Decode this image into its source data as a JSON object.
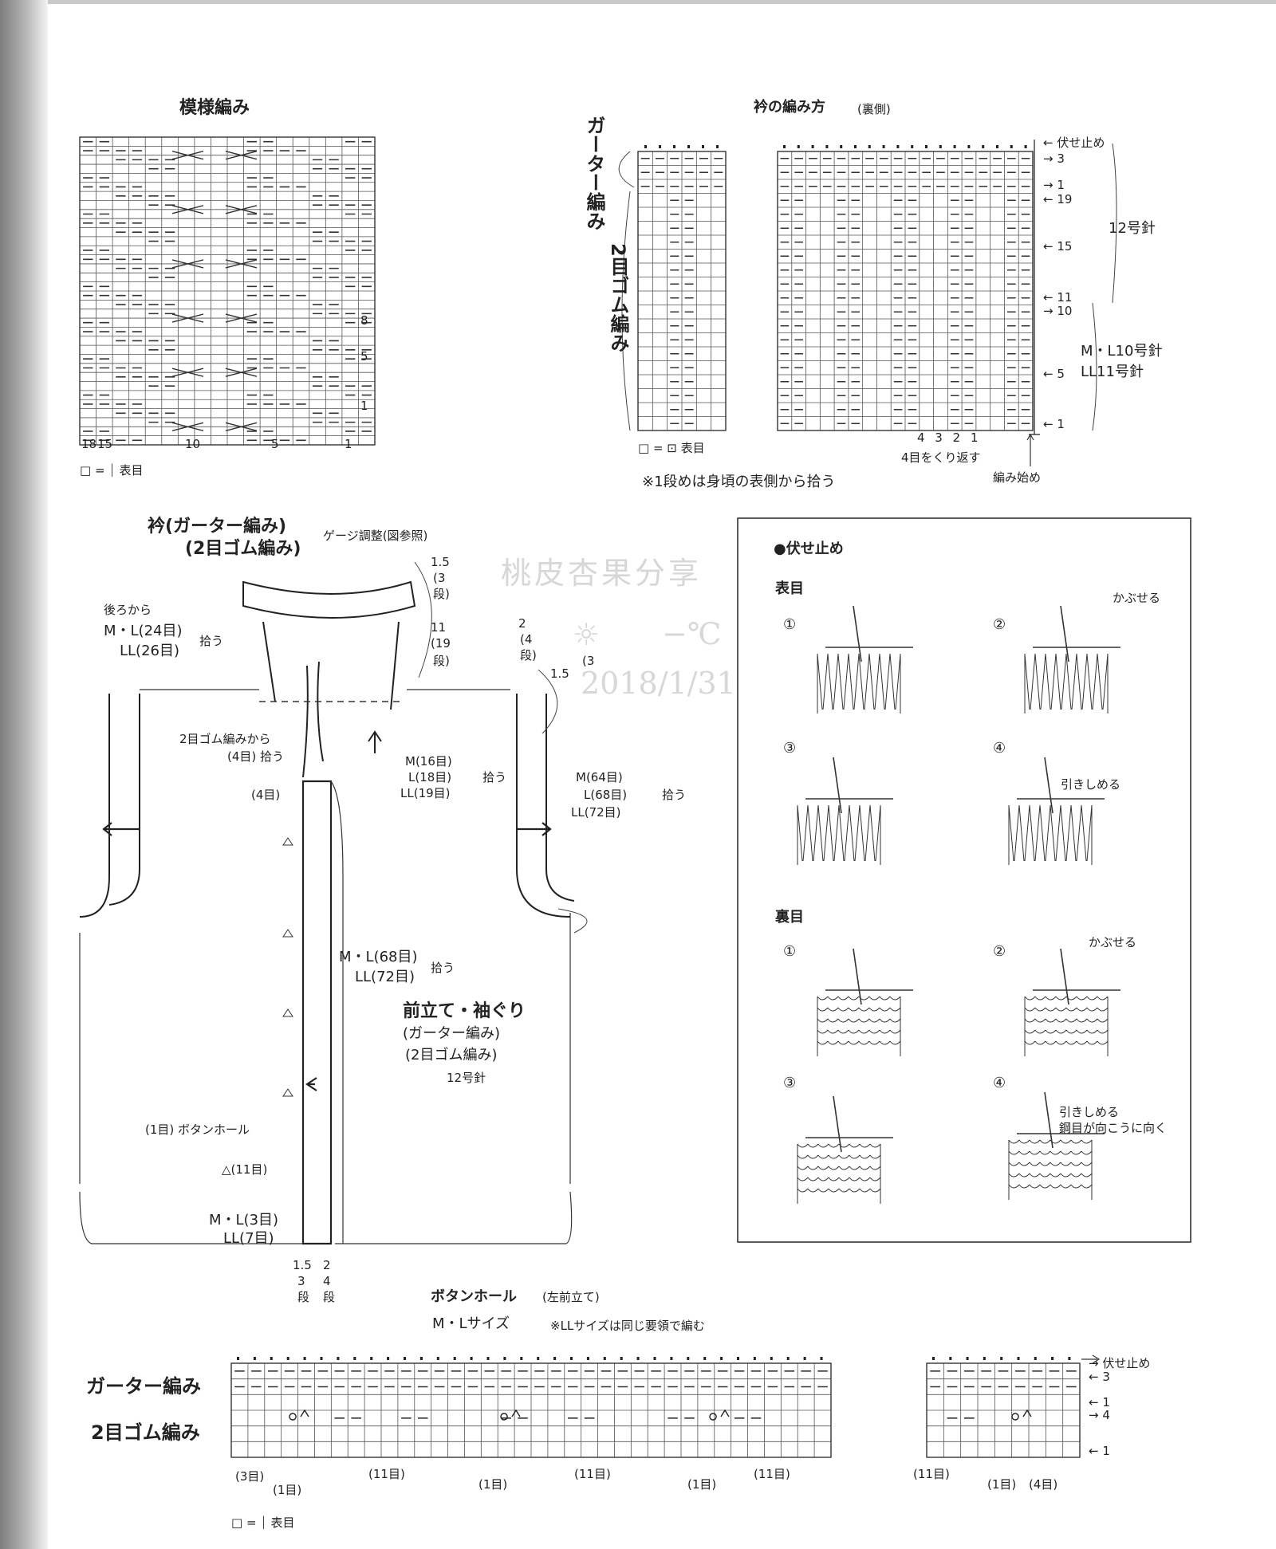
{
  "pattern": {
    "title": "模様編み",
    "col_labels": [
      "18",
      "15",
      "10",
      "5",
      "1"
    ],
    "row_labels": [
      "8",
      "5",
      "1"
    ],
    "legend": "□ = ⏐ 表目"
  },
  "collar": {
    "title": "衿の編み方",
    "title_note": "(裏側)",
    "left_vertical_1": "ガーター編み",
    "left_vertical_2": "2目ゴム編み",
    "right_labels": [
      "← 伏せ止め",
      "→ 3",
      "→ 1",
      "← 19",
      "← 15",
      "← 11",
      "→ 10",
      "← 5",
      "← 1"
    ],
    "needle_12": "12号針",
    "needle_ML": "M・L10号針",
    "needle_LL": "LL11号針",
    "bottom_nums": "4 3 2 1",
    "repeat": "4目をくり返す",
    "start": "編み始め",
    "legend": "□ = ⊡ 表目",
    "note": "※1段めは身頃の表側から拾う"
  },
  "assembly": {
    "collar_title_1": "衿(ガーター編み)",
    "collar_title_2": "(2目ゴム編み)",
    "gauge": "ゲージ調整(図参照)",
    "c15": "1.5",
    "c3": "(3",
    "cdan1": "段)",
    "c11": "11",
    "c19": "(19",
    "cdan2": "段)",
    "back_from": "後ろから",
    "back_ML": "M・L(24目)",
    "back_LL": "LL(26目)",
    "pick": "拾う",
    "from_rib": "2目ゴム編みから",
    "pick4": "(4目) 拾う",
    "four": "(4目)",
    "m16": "M(16目)",
    "l18": "L(18目)",
    "ll19": "LL(19目)",
    "pick2": "拾う",
    "arm_2": "2",
    "arm_4": "(4",
    "arm_dan": "段)",
    "arm_15": "1.5",
    "arm_3": "(3",
    "m64": "M(64目)",
    "l68": "L(68目)",
    "ll72": "LL(72目)",
    "pick3": "拾う",
    "front_ML": "M・L(68目)",
    "front_LL": "LL(72目)",
    "pick5": "拾う",
    "front_title": "前立て・袖ぐり",
    "front_g": "(ガーター編み)",
    "front_r": "(2目ゴム編み)",
    "front_needle": "12号針",
    "bh": "(1目) ボタンホール",
    "tri11": "△(11目)",
    "bot_ML": "M・L(3目)",
    "bot_LL": "LL(7目)",
    "b15": "1.5",
    "b3": "3",
    "bdan1": "段",
    "b2": "2",
    "b4": "4",
    "bdan2": "段"
  },
  "bindoff": {
    "title": "●伏せ止め",
    "knit": "表目",
    "purl": "裏目",
    "steps": [
      "①",
      "②",
      "③",
      "④"
    ],
    "kabuseru": "かぶせる",
    "hikishimeru": "引きしめる",
    "hikishimeru2": "引きしめる",
    "turn": "鋼目が向こうに向く"
  },
  "buttonhole": {
    "title": "ボタンホール",
    "title_note": "(左前立て)",
    "size": "M・Lサイズ",
    "size_note": "※LLサイズは同じ要領で編む",
    "label_g": "ガーター編み",
    "label_r": "2目ゴム編み",
    "right": [
      "→ 伏せ止め",
      "← 3",
      "← 1",
      "→ 4",
      "← 1"
    ],
    "bottom": [
      "(3目)",
      "(1目)",
      "(11目)",
      "(1目)",
      "(11目)",
      "(1目)",
      "(11目)",
      "(11目)",
      "(1目)",
      "(4目)"
    ],
    "legend": "□ = ⏐ 表目"
  },
  "watermark": {
    "line1": "桃皮杏果分享",
    "line2": "−℃",
    "line3": "2018/1/31"
  }
}
